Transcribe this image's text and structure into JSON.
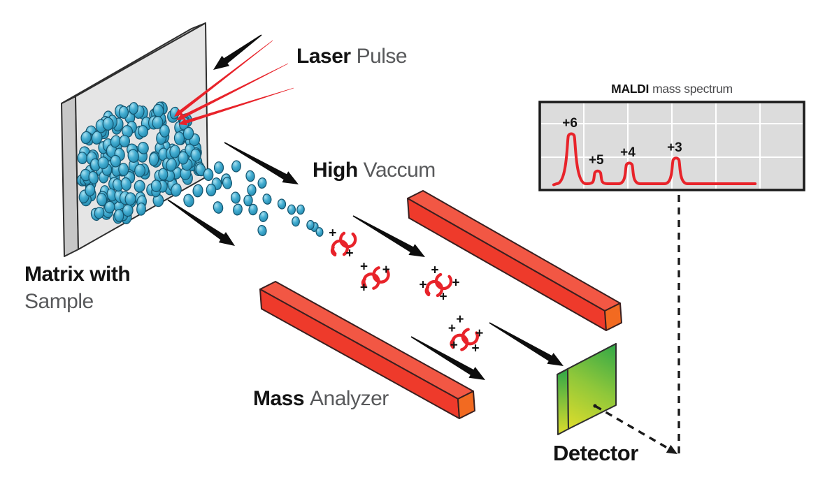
{
  "diagram": {
    "labels": {
      "laser_bold": "Laser",
      "laser_light": "Pulse",
      "vacuum_bold": "High",
      "vacuum_light": "Vaccum",
      "matrix_bold": "Matrix with",
      "matrix_light": "Sample",
      "analyzer_bold": "Mass",
      "analyzer_light": "Analyzer",
      "detector": "Detector"
    },
    "ions": {
      "charge_symbol": "+",
      "groups": [
        {
          "charges": 2
        },
        {
          "charges": 3
        },
        {
          "charges": 4
        },
        {
          "charges": 5
        }
      ]
    }
  },
  "chart_data": {
    "type": "line",
    "title_bold": "MALDI",
    "title_light": "mass spectrum",
    "grid": true,
    "legend": false,
    "line_color": "#e8232a",
    "x_range": [
      0,
      1
    ],
    "y_range": [
      0,
      1
    ],
    "trace_start_frac": 0.043,
    "trace_end_frac": 0.822,
    "peaks": [
      {
        "label": "+6",
        "x_frac": 0.111,
        "intensity": 1.0
      },
      {
        "label": "+5",
        "x_frac": 0.213,
        "intensity": 0.25
      },
      {
        "label": "+4",
        "x_frac": 0.335,
        "intensity": 0.41
      },
      {
        "label": "+3",
        "x_frac": 0.516,
        "intensity": 0.51
      }
    ]
  },
  "colors": {
    "accent_red": "#e8232a",
    "bar_red_front": "#ee3a2b",
    "bar_red_top": "#f25744",
    "bar_cap_orange": "#f26a21",
    "dot_blue": "#45aed2",
    "dot_blue_dark": "#14546e",
    "detector_green": "#33a847",
    "detector_yellow": "#dcdc2c",
    "panel_gray": "#dcdcdc",
    "ink": "#111111"
  }
}
